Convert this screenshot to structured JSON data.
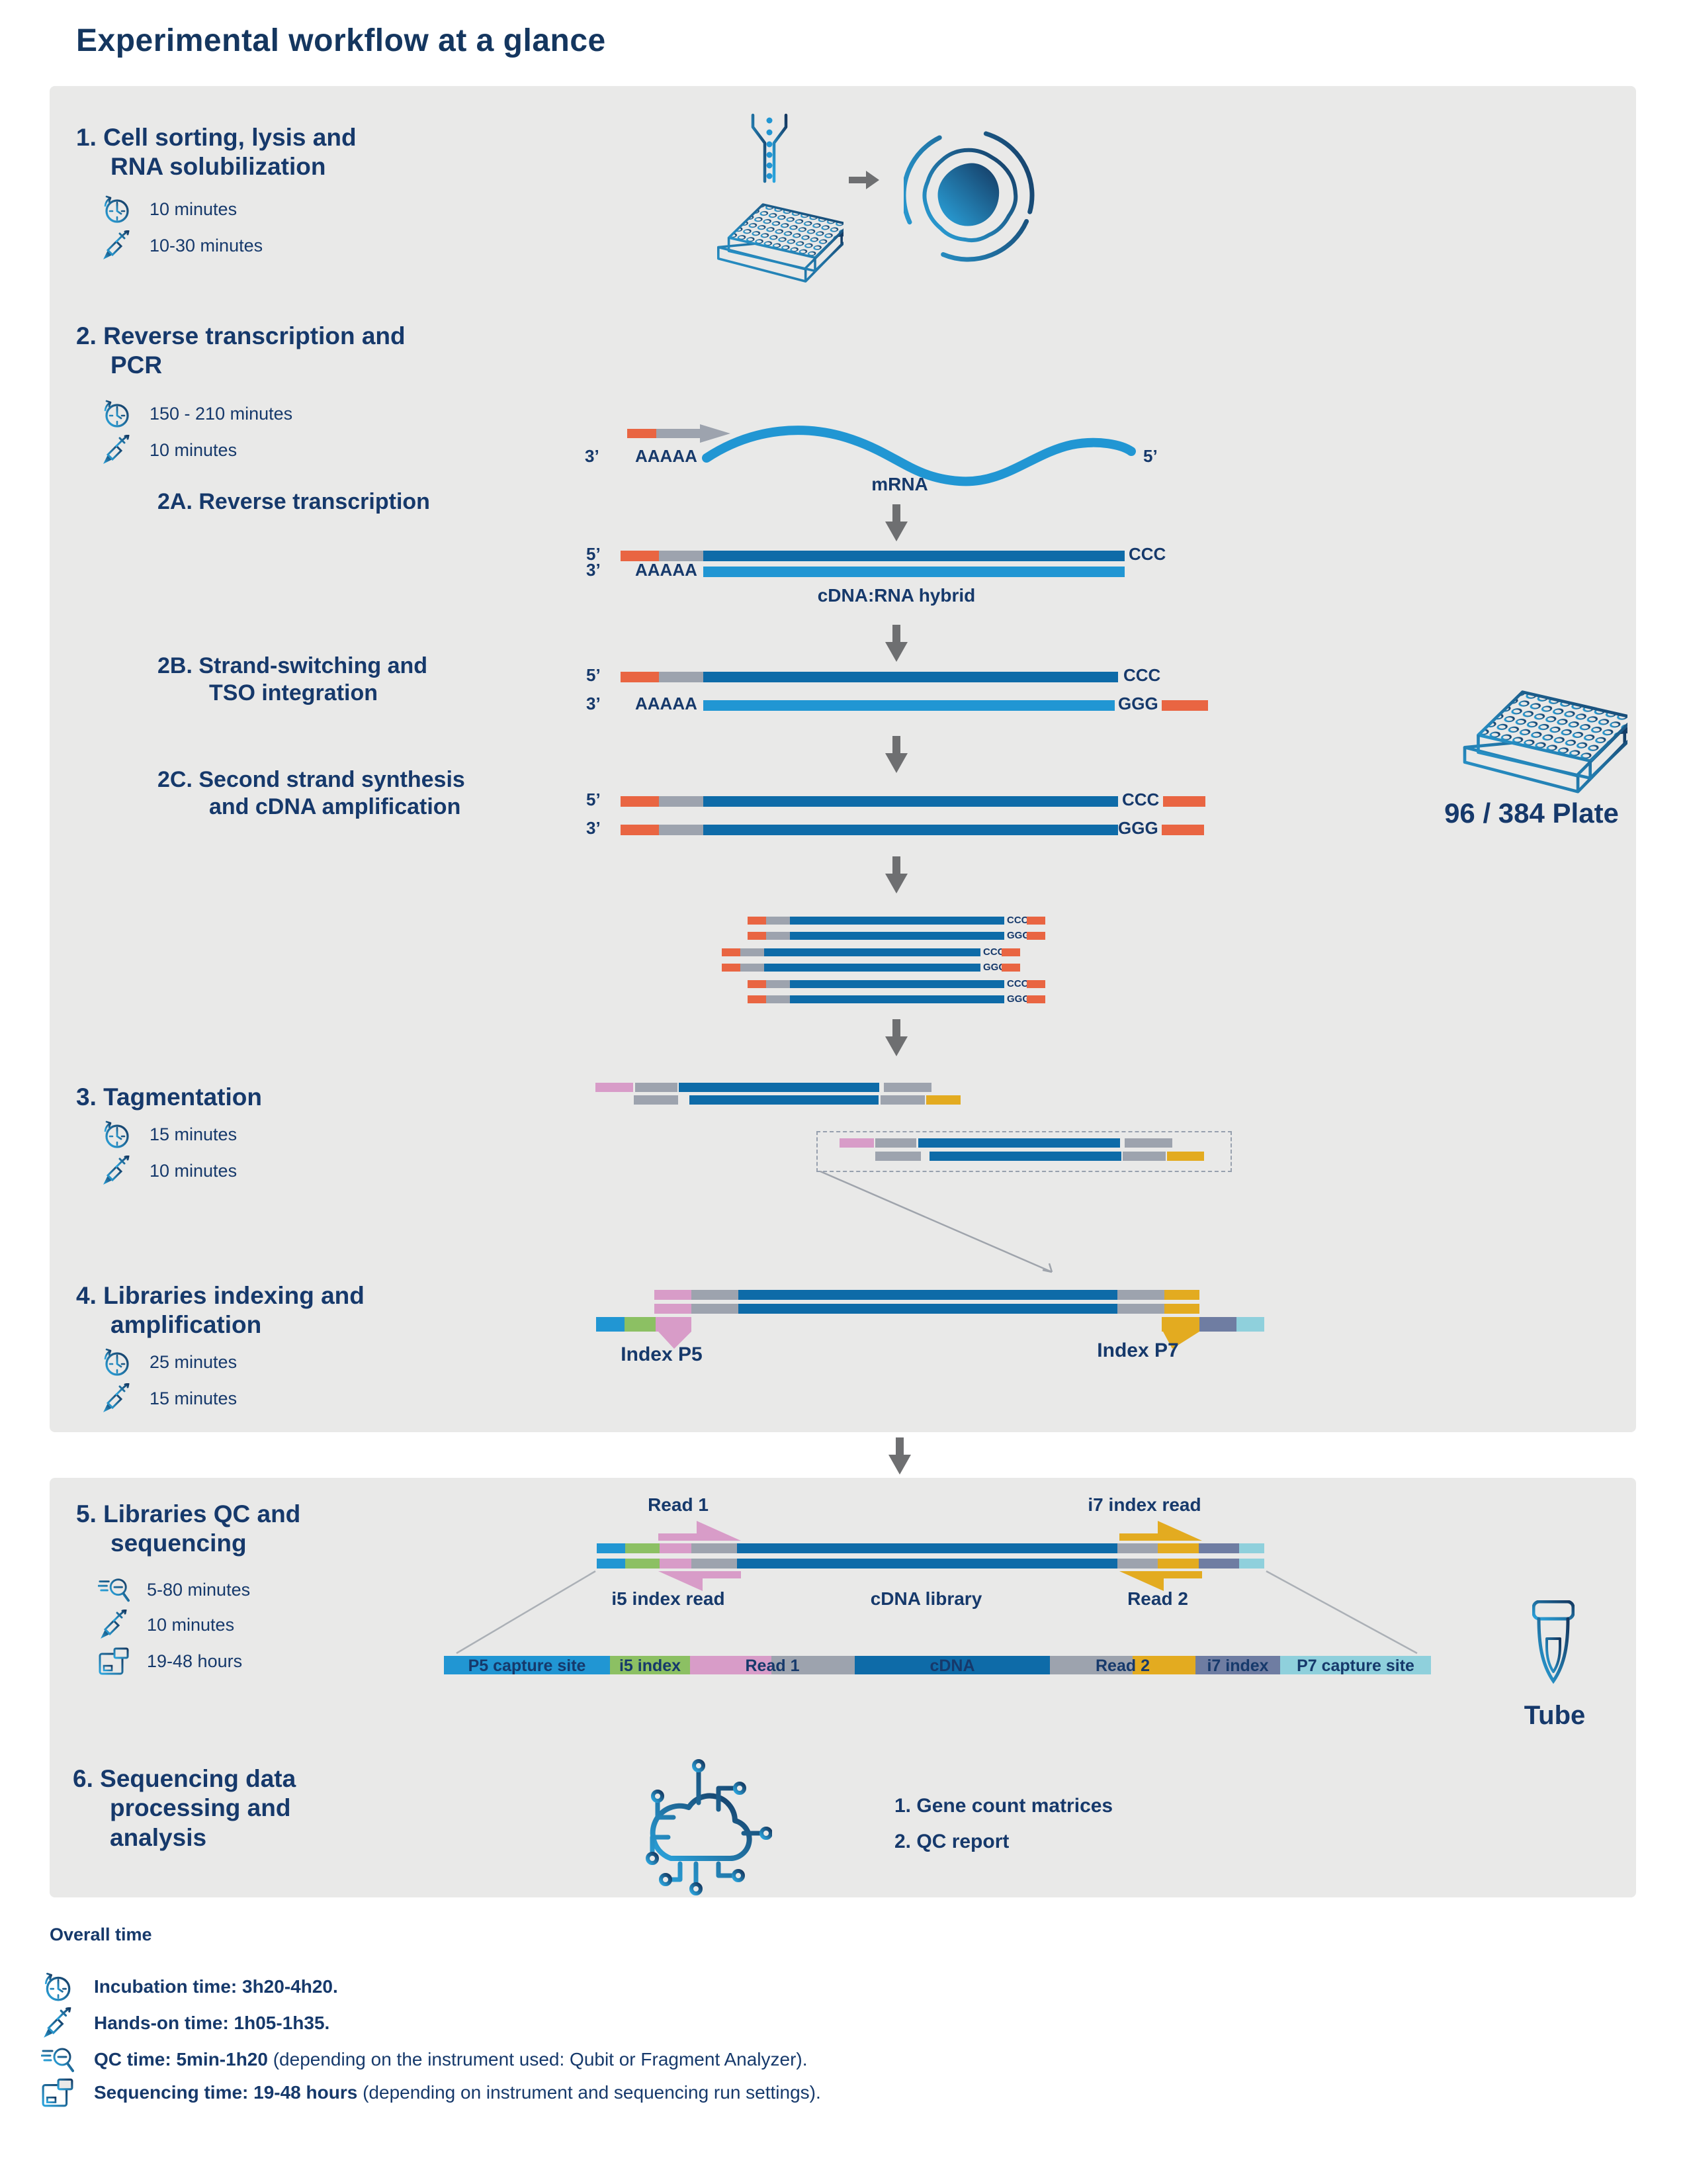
{
  "title": "Experimental workflow at a glance",
  "colors": {
    "navy": "#16396B",
    "panel_gray": "#E9E9E8",
    "light_blue": "#2196D3",
    "dark_blue": "#0E6BA8",
    "orange": "#E96542",
    "segment_gray": "#9DA3AE",
    "arrow_gray": "#6E6F71",
    "pink": "#D89CC8",
    "yellow": "#E3AB20",
    "green": "#8CC063",
    "slate": "#6F7DA2",
    "cyan": "#8FD0DC"
  },
  "step1": {
    "l1": "1. Cell sorting, lysis and",
    "l2": "RNA solubilization",
    "t1": "10 minutes",
    "t2": "10-30 minutes"
  },
  "step2": {
    "l1": "2. Reverse transcription and",
    "l2": "PCR",
    "t1": "150 - 210 minutes",
    "t2": "10 minutes"
  },
  "step2a": "2A. Reverse transcription",
  "step2b": {
    "l1": "2B. Strand-switching and",
    "l2": "TSO integration"
  },
  "step2c": {
    "l1": "2C. Second strand synthesis",
    "l2": "and cDNA amplification"
  },
  "step3": {
    "l1": "3. Tagmentation",
    "t1": "15 minutes",
    "t2": "10 minutes"
  },
  "step4": {
    "l1": "4. Libraries indexing and",
    "l2": "amplification",
    "t1": "25 minutes",
    "t2": "15 minutes",
    "p5": "Index P5",
    "p7": "Index P7"
  },
  "step5": {
    "l1": "5. Libraries QC and",
    "l2": "sequencing",
    "t1": "5-80 minutes",
    "t2": "10 minutes",
    "t3": "19-48 hours"
  },
  "step6": {
    "l1": "6. Sequencing data",
    "l2": "processing and",
    "l3": "analysis",
    "o1": "1. Gene count matrices",
    "o2": "2. QC report"
  },
  "dna": {
    "five": "5’",
    "three": "3’",
    "aaaaa": "AAAAA",
    "ccc": "CCC",
    "ggg": "GGG",
    "mrna": "mRNA",
    "hybrid": "cDNA:RNA hybrid"
  },
  "seq": {
    "read1": "Read 1",
    "read2": "Read 2",
    "i5": "i5 index read",
    "i7": "i7 index read",
    "cdna": "cDNA library"
  },
  "bar": {
    "p5": "P5 capture site",
    "i5": "i5 index",
    "read1": "Read 1",
    "cdna": "cDNA",
    "read2": "Read 2",
    "i7": "i7 index",
    "p7": "P7 capture site"
  },
  "labels": {
    "plate": "96 / 384 Plate",
    "tube": "Tube"
  },
  "overall": {
    "heading": "Overall time",
    "r1b": "Incubation time: 3h20-4h20.",
    "r2b": "Hands-on time: 1h05-1h35.",
    "r3b": "QC time: 5min-1h20",
    "r3r": " (depending on the instrument used: Qubit or Fragment Analyzer).",
    "r4b": "Sequencing time: 19-48 hours",
    "r4r": " (depending on instrument and sequencing run settings)."
  }
}
